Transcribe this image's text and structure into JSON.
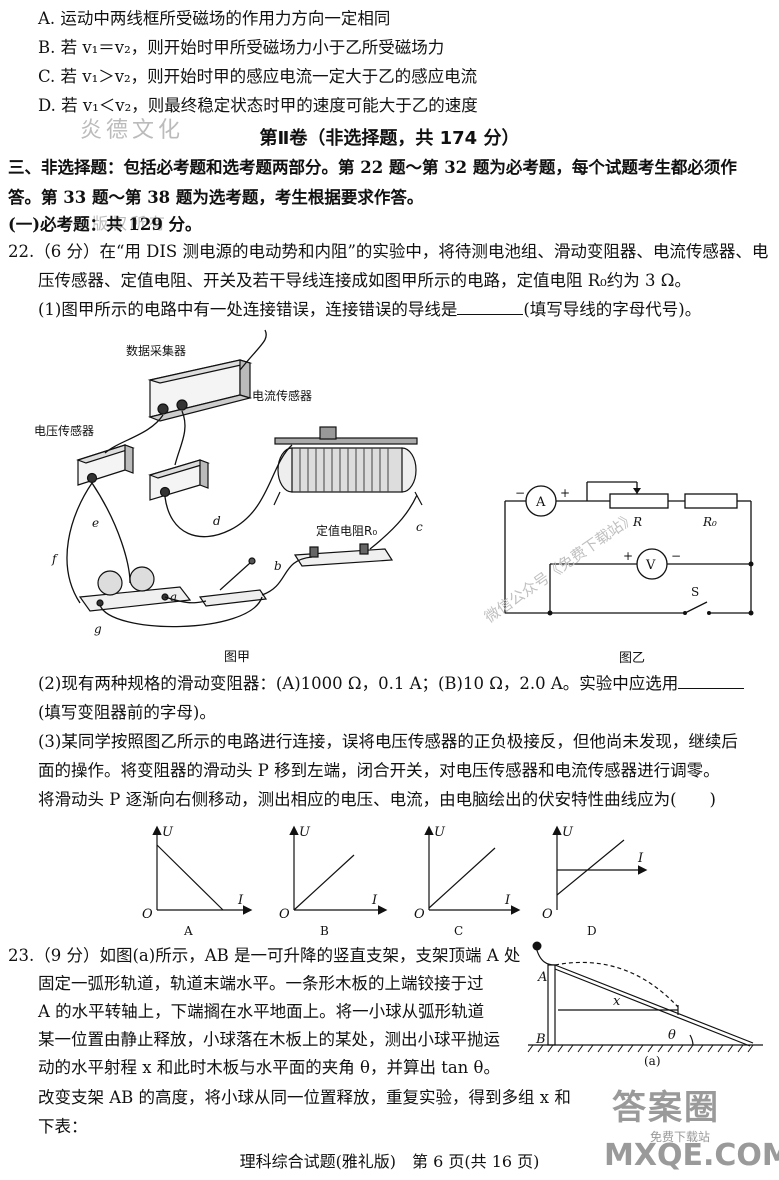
{
  "options_prev": {
    "a": "A. 运动中两线框所受磁场的作用力方向一定相同",
    "b": "B. 若 v₁＝v₂，则开始时甲所受磁场力小于乙所受磁场力",
    "c": "C. 若 v₁＞v₂，则开始时甲的感应电流一定大于乙的感应电流",
    "d": "D. 若 v₁＜v₂，则最终稳定状态时甲的速度可能大于乙的速度"
  },
  "section_title": "第Ⅱ卷（非选择题，共 174 分）",
  "part3": {
    "line1": "三、非选择题：包括必考题和选考题两部分。第 22 题～第 32 题为必考题，每个试题考生都必须作",
    "line2": "答。第 33 题～第 38 题为选考题，考生根据要求作答。"
  },
  "required_title": "(一)必考题：共 129 分。",
  "q22": {
    "stem1": "22.（6 分）在“用 DIS 测电源的电动势和内阻”的实验中，将待测电池组、滑动变阻器、电流传感器、电",
    "stem2": "压传感器、定值电阻、开关及若干导线连接成如图甲所示的电路，定值电阻 R₀约为 3 Ω。",
    "sub1": "(1)图甲所示的电路中有一处连接错误，连接错误的导线是",
    "sub1_tail": "(填写导线的字母代号)。",
    "fig_jia": {
      "caption": "图甲",
      "data_collector": "数据采集器",
      "current_sensor": "电流传感器",
      "voltage_sensor": "电压传感器",
      "fixed_resistor": "定值电阻R₀",
      "wire_labels": [
        "a",
        "b",
        "c",
        "d",
        "e",
        "f",
        "g"
      ]
    },
    "fig_yi": {
      "caption": "图乙",
      "ammeter": "A",
      "voltmeter": "V",
      "rheostat": "R",
      "resistor": "R₀",
      "switch": "S",
      "plus": "+",
      "minus": "−"
    },
    "sub2_1": "(2)现有两种规格的滑动变阻器：(A)1000 Ω，0.1 A；(B)10 Ω，2.0 A。实验中应选用",
    "sub2_2": "(填写变阻器前的字母)。",
    "sub3_1": "(3)某同学按照图乙所示的电路进行连接，误将电压传感器的正负极接反，但他尚未发现，继续后",
    "sub3_2": "面的操作。将变阻器的滑动头 P 移到左端，闭合开关，对电压传感器和电流传感器进行调零。",
    "sub3_3": "将滑动头 P 逐渐向右侧移动，测出相应的电压、电流，由电脑绘出的伏安特性曲线应为(　　)",
    "graphs": {
      "u_label": "U",
      "i_label": "I",
      "o_label": "O",
      "choices": [
        "A",
        "B",
        "C",
        "D"
      ]
    }
  },
  "q23": {
    "l1": "23.（9 分）如图(a)所示，AB 是一可升降的竖直支架，支架顶端 A 处",
    "l2": "固定一弧形轨道，轨道末端水平。一条形木板的上端铰接于过",
    "l3": "A 的水平转轴上，下端搁在水平地面上。将一小球从弧形轨道",
    "l4": "某一位置由静止释放，小球落在木板上的某处，测出小球平抛运",
    "l5": "动的水平射程 x 和此时木板与水平面的夹角 θ，并算出 tan θ。",
    "l6": "改变支架 AB 的高度，将小球从同一位置释放，重复实验，得到多组 x 和",
    "l7": "下表：",
    "fig": {
      "caption": "(a)",
      "A": "A",
      "B": "B",
      "x": "x",
      "theta": "θ"
    }
  },
  "footer": "理科综合试题(雅礼版)　第 6 页(共 16 页)",
  "watermarks": {
    "top_left_1": "炎德文化",
    "top_left_2": "版权所有",
    "diagonal": "微信公众号《免费下载站》",
    "logo_1": "答案圈",
    "logo_2": "MXQE.COM",
    "logo_3": "免费下载站"
  }
}
